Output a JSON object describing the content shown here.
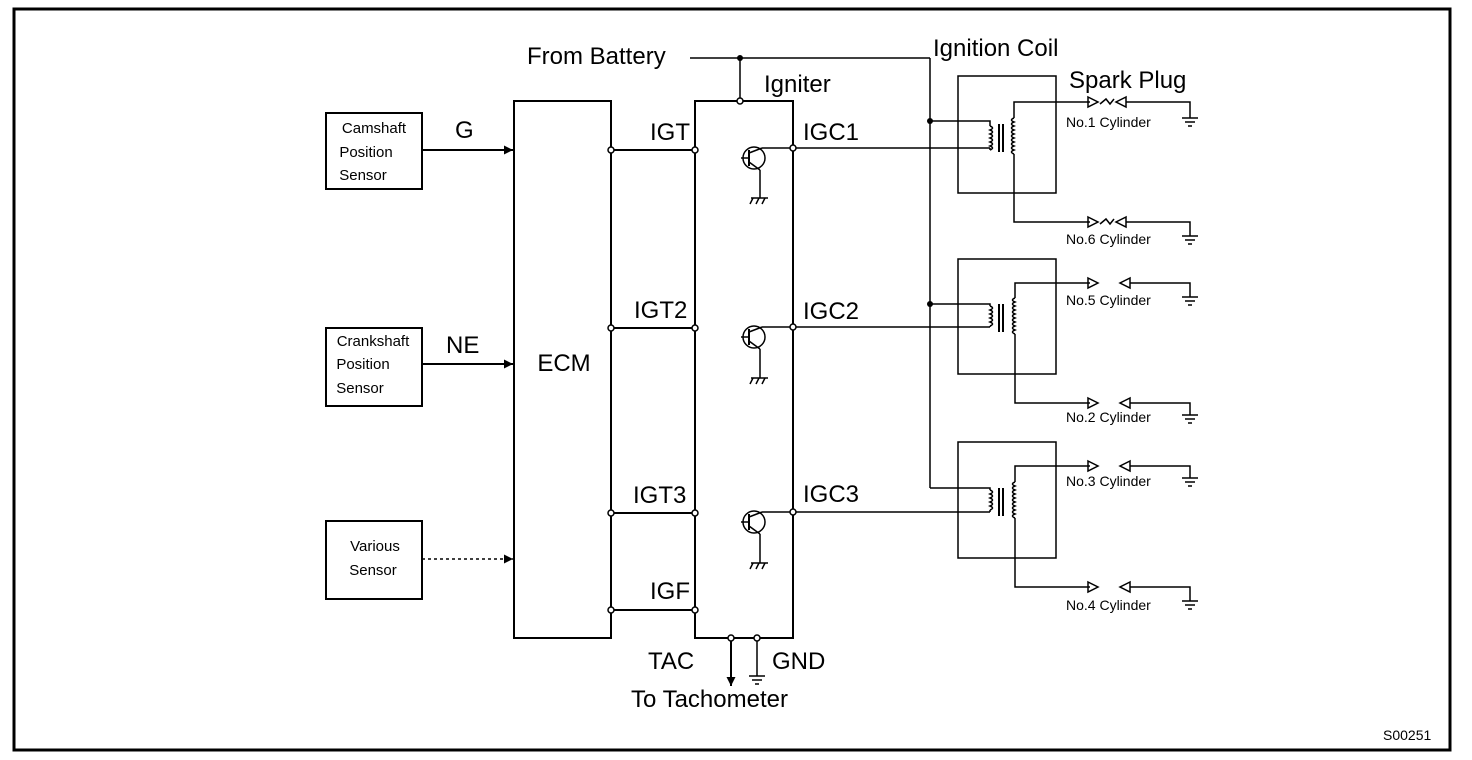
{
  "diagram": {
    "id_code": "S00251",
    "sensors": {
      "camshaft": [
        "Camshaft",
        "Position",
        "Sensor"
      ],
      "crankshaft": [
        "Crankshaft",
        "Position",
        "Sensor"
      ],
      "various": [
        "Various",
        "Sensor"
      ]
    },
    "signals": {
      "g": "G",
      "ne": "NE"
    },
    "ecm": "ECM",
    "igniter": "Igniter",
    "battery": "From Battery",
    "ignition_coil": "Ignition Coil",
    "spark_plug": "Spark Plug",
    "ecm_outputs": {
      "igt": "IGT",
      "igt2": "IGT2",
      "igt3": "IGT3",
      "igf": "IGF"
    },
    "igniter_outputs": {
      "igc1": "IGC1",
      "igc2": "IGC2",
      "igc3": "IGC3"
    },
    "bottom": {
      "tac": "TAC",
      "gnd": "GND",
      "tachometer": "To Tachometer"
    },
    "cylinders": {
      "c1": "No.1 Cylinder",
      "c6": "No.6 Cylinder",
      "c5": "No.5 Cylinder",
      "c2": "No.2 Cylinder",
      "c3": "No.3 Cylinder",
      "c4": "No.4 Cylinder"
    }
  }
}
